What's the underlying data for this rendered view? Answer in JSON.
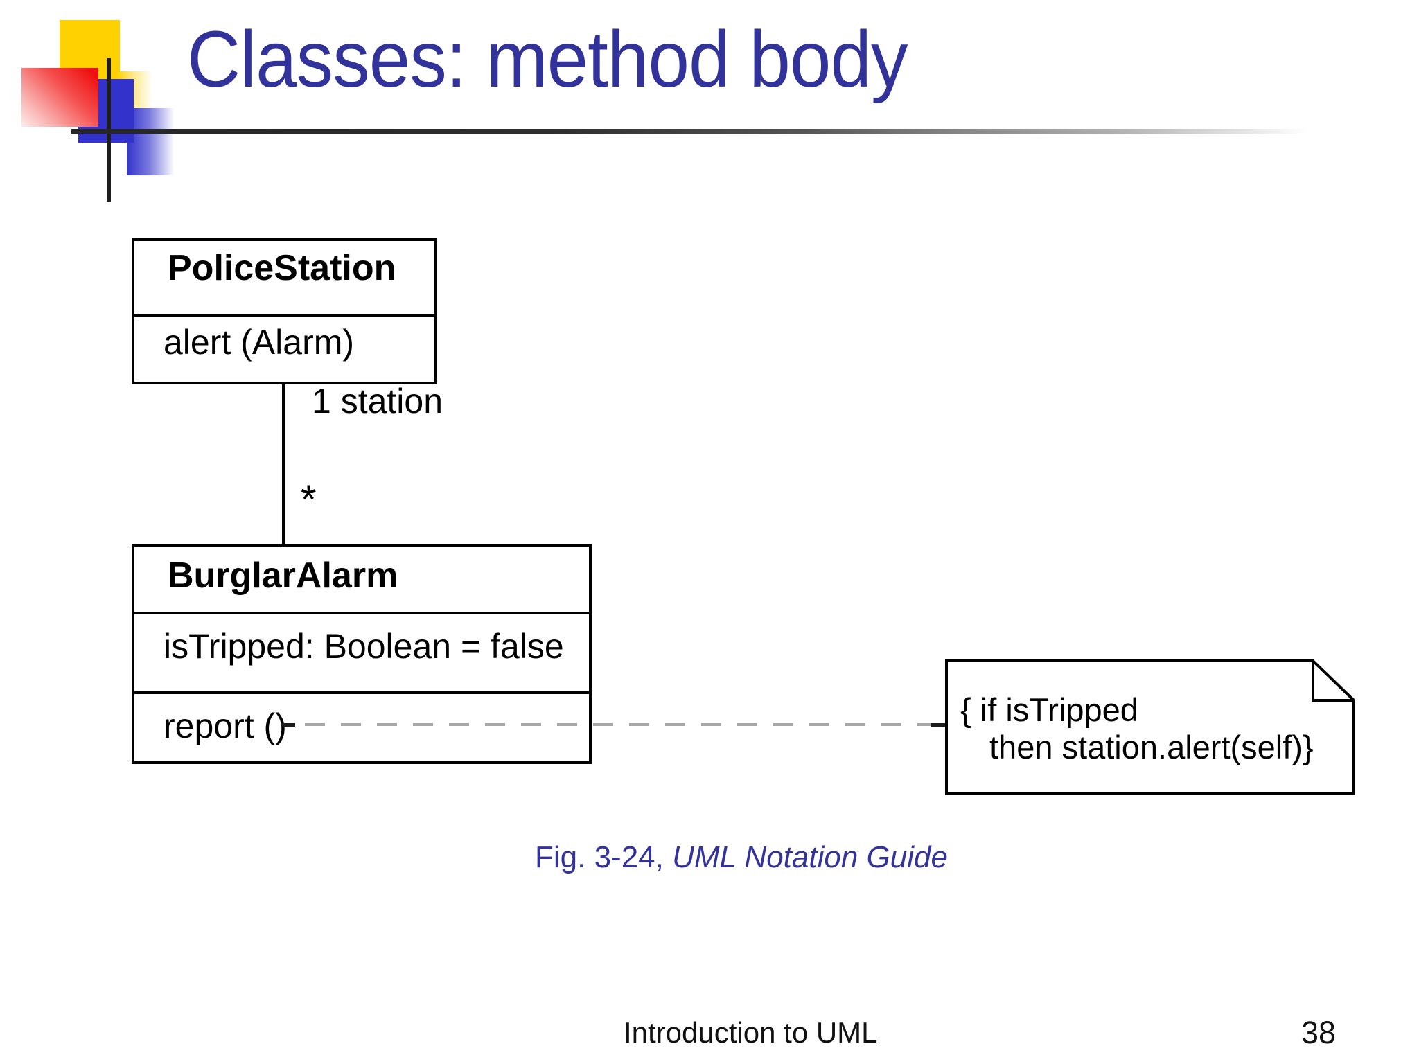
{
  "slide": {
    "title": "Classes: method body",
    "caption": {
      "prefix": "Fig. 3-24, ",
      "source": "UML Notation Guide"
    },
    "footer": {
      "text": "Introduction to UML",
      "page_number": "38"
    }
  },
  "diagram": {
    "police_station": {
      "name": "PoliceStation",
      "operations": [
        "alert (Alarm)"
      ]
    },
    "burglar_alarm": {
      "name": "BurglarAlarm",
      "attributes": [
        "isTripped: Boolean = false"
      ],
      "operations": [
        "report ()"
      ]
    },
    "association": {
      "station_end_label": "1 station",
      "alarm_end_label": "*"
    },
    "note": {
      "line1": "{ if isTripped",
      "line2": "then station.alert(self)}"
    }
  },
  "colors": {
    "title_text": "#32329b",
    "caption_text": "#333399",
    "decoration_yellow": "#ffd100",
    "decoration_red": "#ee1010",
    "decoration_blue": "#3333cc",
    "crosshair_line": "#1e1e1e",
    "box_border": "#000000",
    "dashed_connector": "#a6a6a6"
  }
}
